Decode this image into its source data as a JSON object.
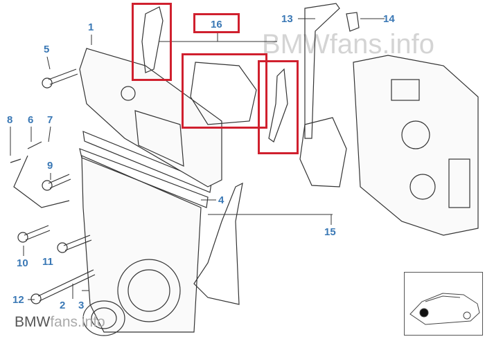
{
  "diagram": {
    "watermark_top": "BMWfans.info",
    "watermark_bottom": {
      "brand": "BMW",
      "suffix": "fans.info"
    },
    "part_labels": {
      "p1": "1",
      "p2": "2",
      "p3": "3",
      "p4": "4",
      "p5": "5",
      "p6": "6",
      "p7": "7",
      "p8": "8",
      "p9": "9",
      "p10": "10",
      "p11": "11",
      "p12": "12",
      "p13": "13",
      "p14": "14",
      "p15": "15",
      "p16": "16"
    },
    "colors": {
      "label": "#3a78b5",
      "highlight": "#d0202e",
      "line": "#333333"
    }
  }
}
